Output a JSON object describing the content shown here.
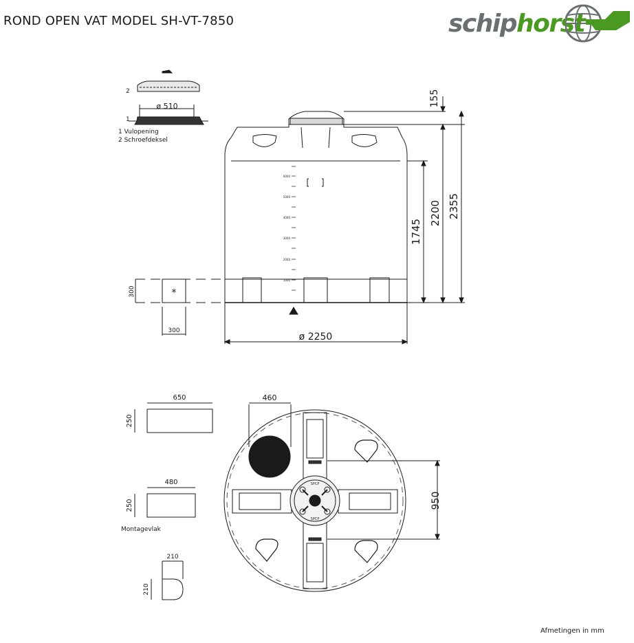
{
  "header": {
    "title": "ROND OPEN VAT MODEL SH-VT-7850",
    "logo_part1": "schip",
    "logo_part2": "horst",
    "brand_green": "#4a9a22",
    "brand_gray": "#6a6f72"
  },
  "lid_detail": {
    "label_1": "1",
    "label_2": "2",
    "diameter": "ø 510",
    "legend_1": "1 Vulopening",
    "legend_2": "2 Schroefdeksel"
  },
  "side_view": {
    "dim_lid_height": "155",
    "dim_total_height": "2355",
    "dim_body_height": "2200",
    "dim_level_height": "1745",
    "dim_diameter": "ø  2250",
    "foot_height": "300",
    "foot_width": "300",
    "scale_ticks": [
      "6000",
      "5000",
      "4000",
      "3000",
      "2000",
      "1000"
    ]
  },
  "top_view": {
    "dim_opening": "460",
    "dim_spacing": "950",
    "hub_text_top": "SPCP",
    "hub_text_bottom": "SPCP"
  },
  "parts": {
    "block1_width": "650",
    "block1_height": "250",
    "block2_width": "480",
    "block2_height": "250",
    "block2_caption": "Montagevlak",
    "handle_width": "210",
    "handle_height": "210"
  },
  "footer": {
    "units_note": "Afmetingen in mm"
  }
}
